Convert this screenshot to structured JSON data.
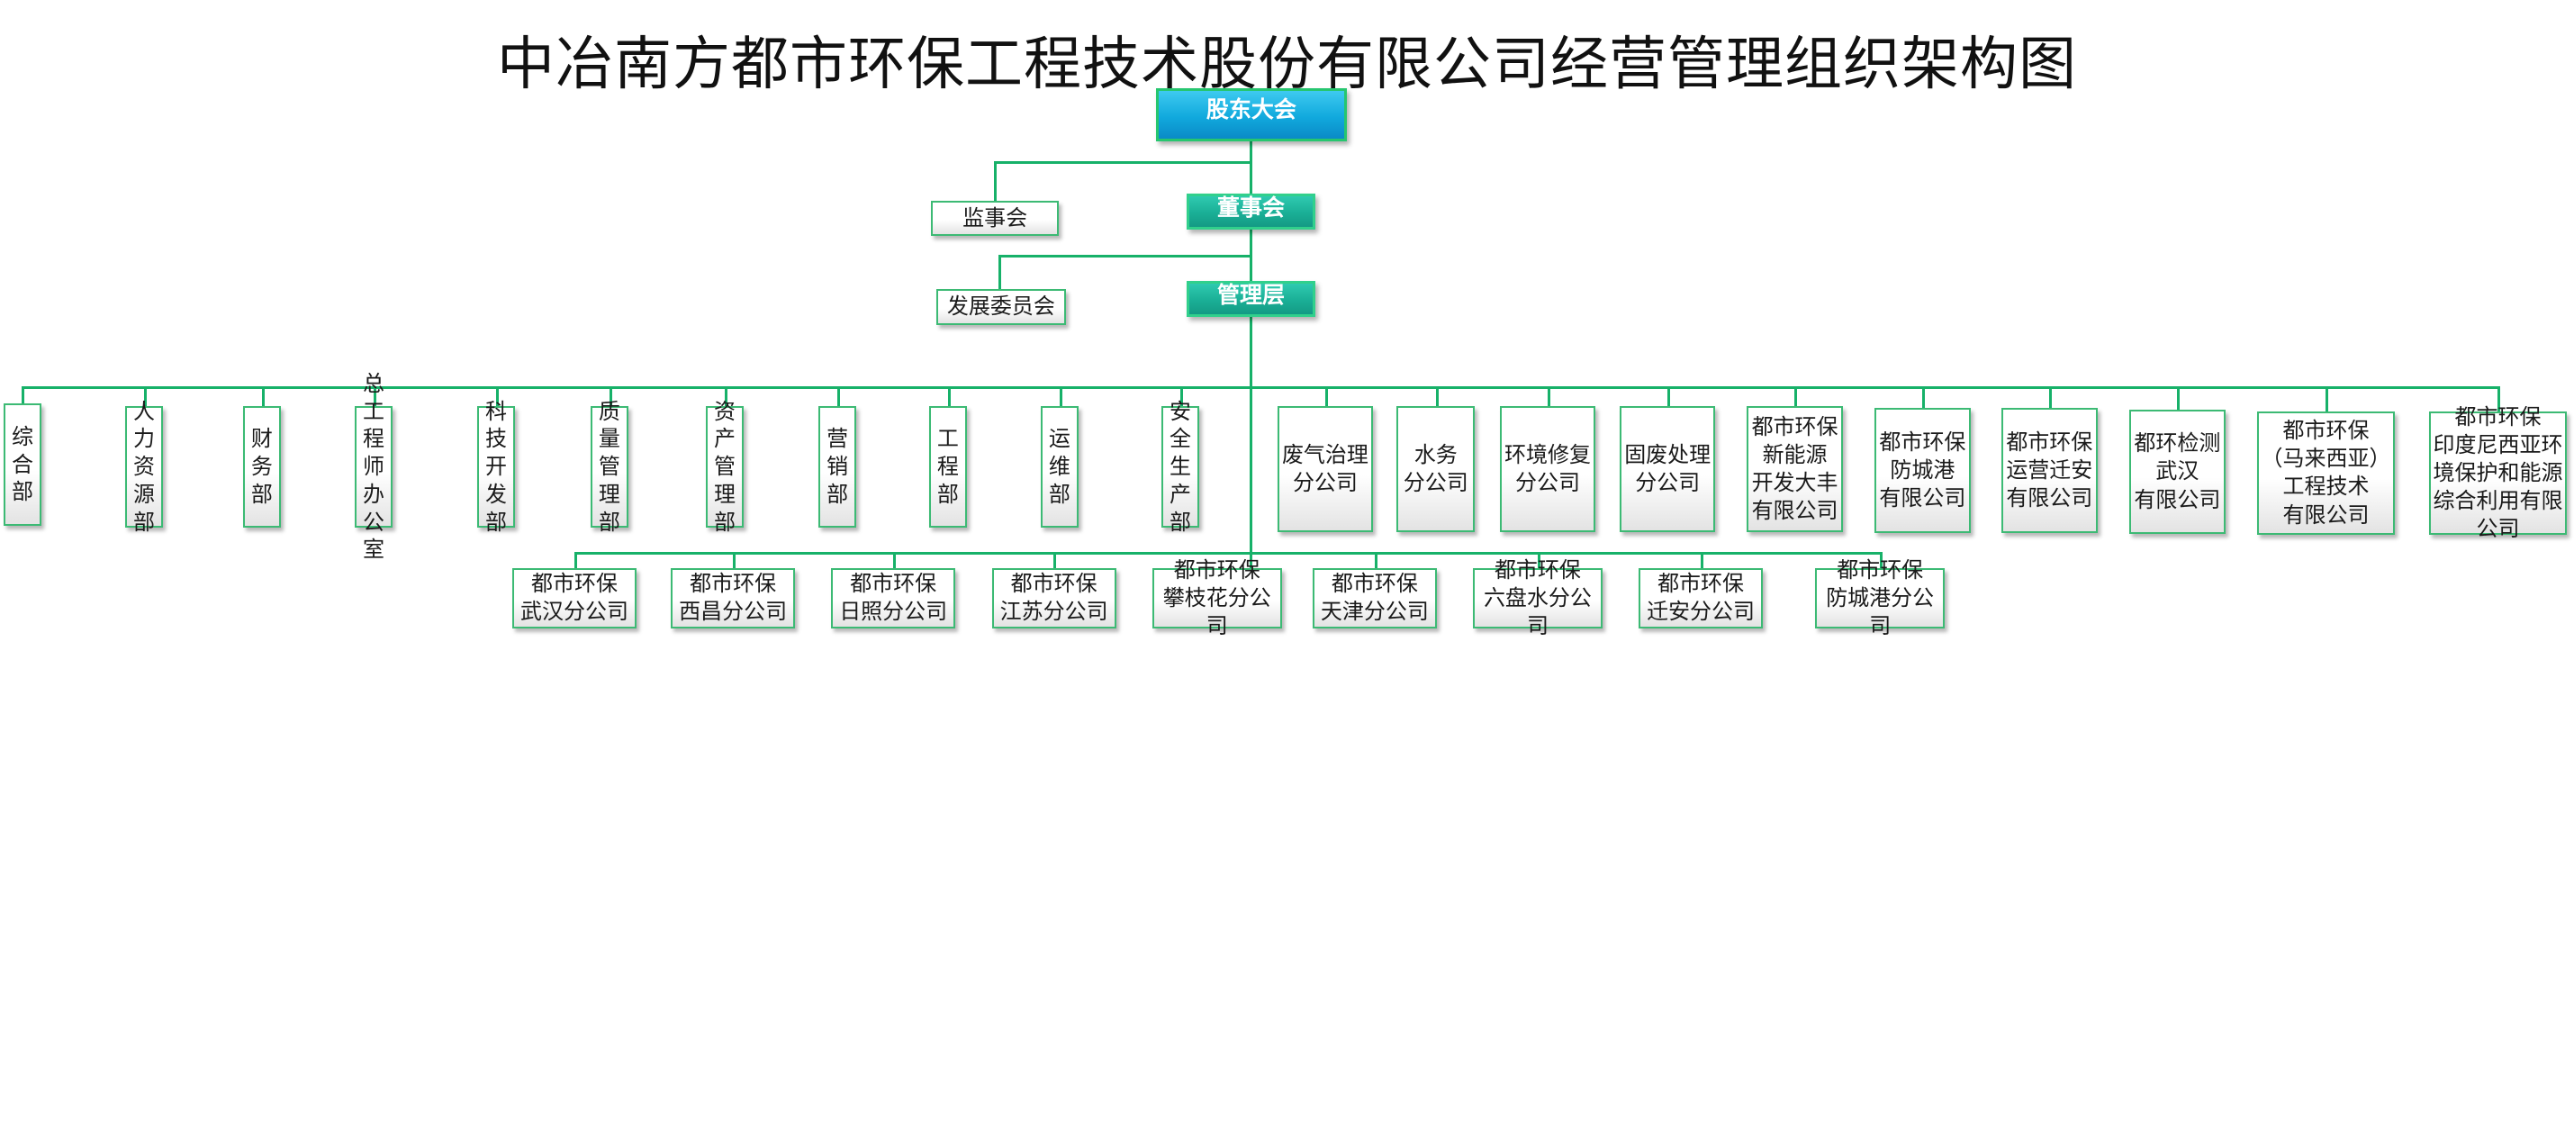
{
  "title": "中冶南方都市环保工程技术股份有限公司经营管理组织架构图",
  "colors": {
    "connector": "#17b169",
    "top_node": "#11a9dd",
    "governance_node": "#1aaf96",
    "box_border": "#3cba74"
  },
  "top": {
    "shareholders": "股东大会",
    "board": "董事会",
    "supervisors": "监事会",
    "management": "管理层",
    "development_committee": "发展委员会"
  },
  "departments": {
    "zonghe": "综合部",
    "renli": "人力资源部",
    "caiwu": "财务部",
    "zonggong": "总工程师办公室",
    "keji": "科技开发部",
    "zhiliang": "质量管理部",
    "zichan": "资产管理部",
    "yingxiao": "营销部",
    "gongcheng": "工程部",
    "yunwei": "运维部",
    "anquan": "安全生产部"
  },
  "companies": {
    "feiqi": "废气治理\n分公司",
    "shuiwu": "水务\n分公司",
    "huanjing": "环境修复\n分公司",
    "gufei": "固废处理\n分公司",
    "xinneng": "都市环保\n新能源\n开发大丰\n有限公司",
    "fangcheng": "都市环保\n防城港\n有限公司",
    "yunying": "都市环保\n运营迁安\n有限公司",
    "jiance": "都环检测\n武汉\n有限公司",
    "malai": "都市环保\n（马来西亚）\n工程技术\n有限公司",
    "yinni": "都市环保\n印度尼西亚环\n境保护和能源\n综合利用有限\n公司"
  },
  "branches": {
    "wuhan": "都市环保\n武汉分公司",
    "xichang": "都市环保\n西昌分公司",
    "rizhao": "都市环保\n日照分公司",
    "jiangsu": "都市环保\n江苏分公司",
    "panzhihua": "都市环保\n攀枝花分公司",
    "tianjin": "都市环保\n天津分公司",
    "liupanshui": "都市环保\n六盘水分公司",
    "qianan": "都市环保\n迁安分公司",
    "fangchenggang": "都市环保\n防城港分公司"
  }
}
